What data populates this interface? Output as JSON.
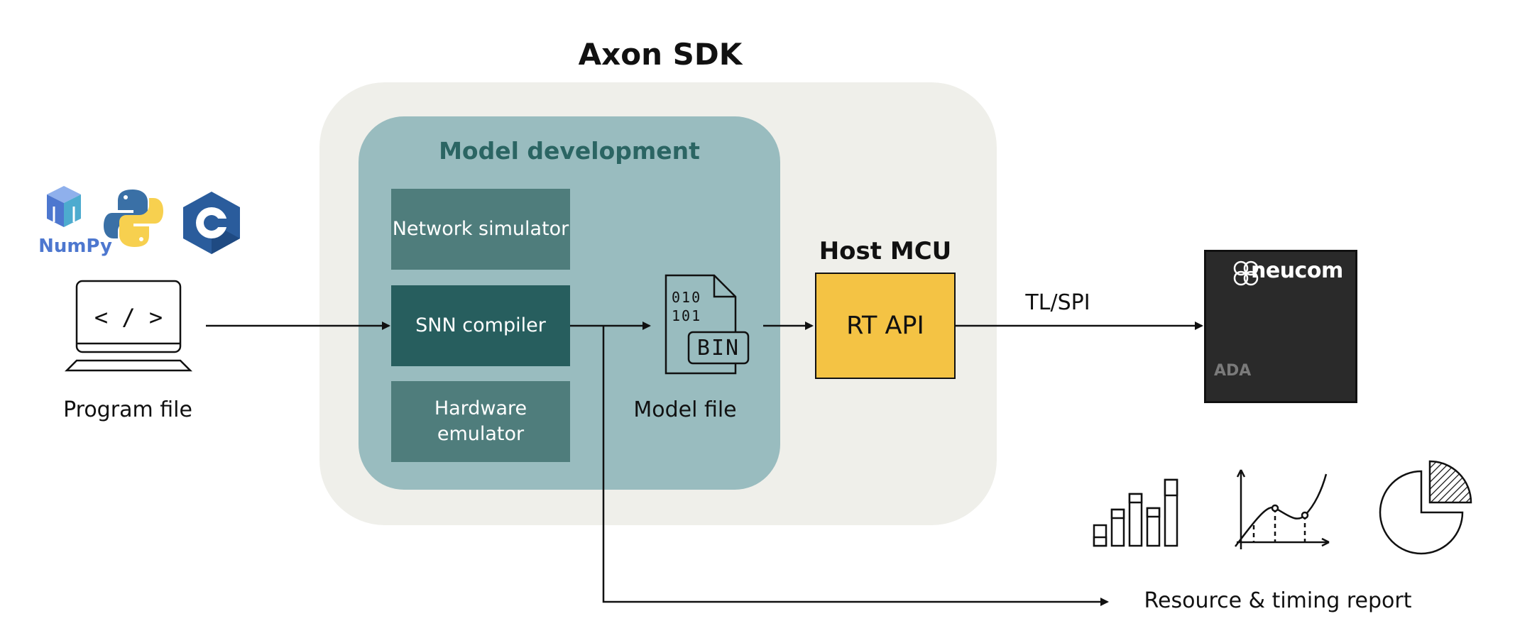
{
  "title": "Axon SDK",
  "model_development": {
    "title": "Model development",
    "modules": {
      "network_simulator": "Network simulator",
      "snn_compiler": "SNN compiler",
      "hardware_emulator": "Hardware emulator"
    }
  },
  "program_file": {
    "label": "Program file",
    "code_glyph": "< / >",
    "languages": [
      {
        "name": "NumPy",
        "icon": "numpy-logo",
        "color": "#4d77cf"
      },
      {
        "name": "Python",
        "icon": "python-logo",
        "colors": [
          "#3a70a6",
          "#f7d04f"
        ]
      },
      {
        "name": "C",
        "icon": "c-logo",
        "color": "#2a5c9c"
      }
    ]
  },
  "model_file": {
    "label": "Model file",
    "bits_line1": "010",
    "bits_line2": "101",
    "badge": "BIN"
  },
  "host_mcu": {
    "label": "Host MCU",
    "box": "RT API",
    "color": "#f4c344"
  },
  "link_label": "TL/SPI",
  "chip": {
    "brand": "neucom",
    "name": "ADA",
    "color": "#2a2a2a"
  },
  "report": {
    "label": "Resource & timing report",
    "icons": [
      "bar-chart-icon",
      "function-plot-icon",
      "pie-chart-icon"
    ]
  },
  "colors": {
    "sdk_background": "#efefea",
    "dev_background": "#99bcbf",
    "module": "#4f7d7c",
    "module_active": "#275e5e",
    "dev_title": "#2b6563"
  }
}
